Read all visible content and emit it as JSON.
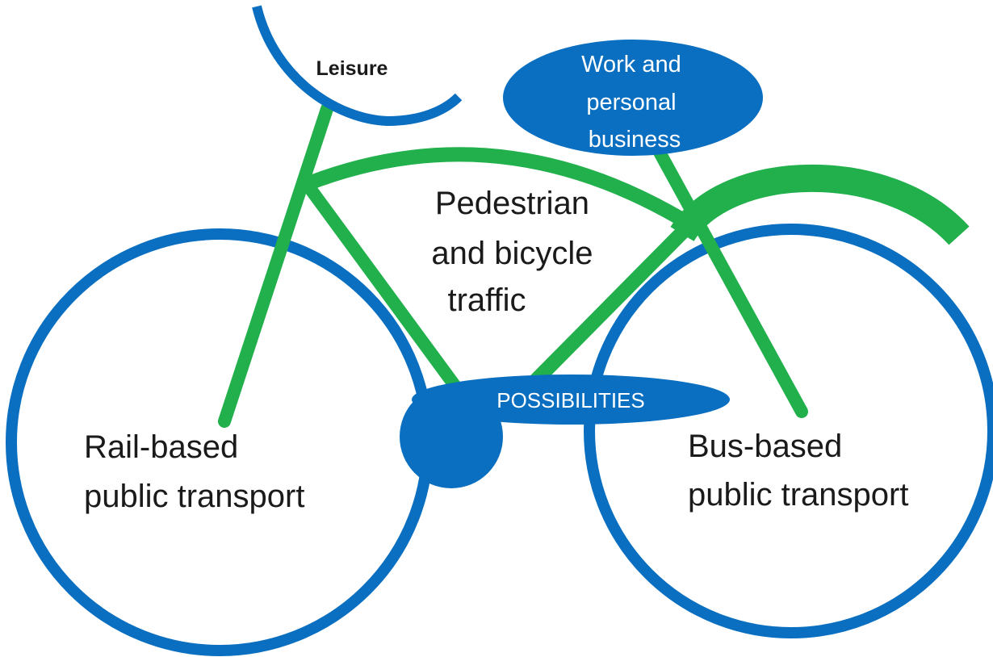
{
  "colors": {
    "frame": "#21b04b",
    "wheels": "#0a6fc0",
    "text_dark": "#1a1a1a",
    "text_light": "#ffffff",
    "background": "#ffffff"
  },
  "labels": {
    "seat": "Leisure",
    "handlebar": [
      "Work and",
      "personal",
      "business"
    ],
    "frame": [
      "Pedestrian",
      "and bicycle",
      "traffic"
    ],
    "crank": "POSSIBILITIES",
    "rear_wheel": [
      "Rail-based",
      "public  transport"
    ],
    "front_wheel": [
      "Bus-based",
      "public transport"
    ]
  }
}
